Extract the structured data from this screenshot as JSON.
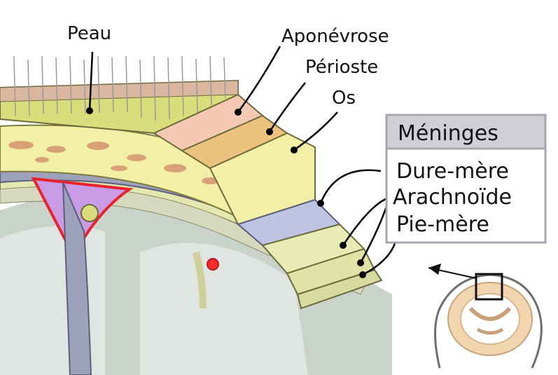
{
  "labels": {
    "peau": "Peau",
    "aponevrose": "Aponévrose",
    "perioste": "Périoste",
    "os": "Os"
  },
  "meninges": {
    "title": "Méninges",
    "items": [
      "Dure-mère",
      "Arachnoïde",
      "Pie-mère"
    ]
  },
  "colors": {
    "skin": "#e8b7a2",
    "scalp_fat": "#d9dd7c",
    "aponeurosis": "#f4c9b3",
    "periosteum": "#ecc27f",
    "bone": "#f1f0a6",
    "bone_spots": "#d9a276",
    "dura": "#bfc3e2",
    "arachnoid": "#e7ebb4",
    "pia": "#dfe3a5",
    "brain": "#cdd6d0",
    "sinus": "#c99be6",
    "sinus_border": "#e8232e",
    "meninges_header": "#cfcfd6",
    "box_border": "#a7a7b3"
  },
  "icons": {
    "inset": "head-section-icon"
  }
}
